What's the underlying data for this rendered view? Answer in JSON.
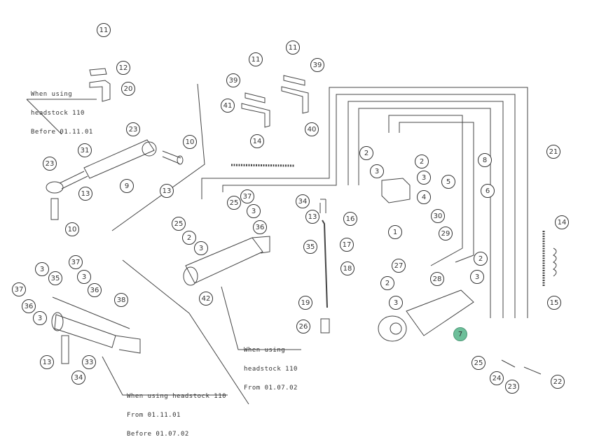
{
  "diagram": {
    "type": "exploded-parts-diagram",
    "subject": "Hydraulic cylinder and hose assembly",
    "highlight_color": "#8ed0b0",
    "highlighted_item": "7",
    "notes": [
      {
        "id": "note-before-011101",
        "lines": [
          "When using",
          "headstock 110",
          "Before 01.11.01"
        ]
      },
      {
        "id": "note-from-010702",
        "lines": [
          "When using",
          "headstock 110",
          "From 01.07.02"
        ]
      },
      {
        "id": "note-from-011101-before-010702",
        "lines": [
          "When using headstock 110",
          "From 01.11.01",
          "Before 01.07.02"
        ]
      }
    ],
    "callouts": [
      {
        "label": "11"
      },
      {
        "label": "12"
      },
      {
        "label": "20"
      },
      {
        "label": "23"
      },
      {
        "label": "31"
      },
      {
        "label": "23"
      },
      {
        "label": "9"
      },
      {
        "label": "10"
      },
      {
        "label": "13"
      },
      {
        "label": "13"
      },
      {
        "label": "10"
      },
      {
        "label": "11"
      },
      {
        "label": "39"
      },
      {
        "label": "41"
      },
      {
        "label": "11"
      },
      {
        "label": "39"
      },
      {
        "label": "40"
      },
      {
        "label": "14"
      },
      {
        "label": "25"
      },
      {
        "label": "37"
      },
      {
        "label": "3"
      },
      {
        "label": "25"
      },
      {
        "label": "36"
      },
      {
        "label": "2"
      },
      {
        "label": "3"
      },
      {
        "label": "42"
      },
      {
        "label": "34"
      },
      {
        "label": "13"
      },
      {
        "label": "35"
      },
      {
        "label": "16"
      },
      {
        "label": "17"
      },
      {
        "label": "18"
      },
      {
        "label": "19"
      },
      {
        "label": "26"
      },
      {
        "label": "2"
      },
      {
        "label": "3"
      },
      {
        "label": "2"
      },
      {
        "label": "3"
      },
      {
        "label": "4"
      },
      {
        "label": "1"
      },
      {
        "label": "30"
      },
      {
        "label": "29"
      },
      {
        "label": "5"
      },
      {
        "label": "6"
      },
      {
        "label": "8"
      },
      {
        "label": "21"
      },
      {
        "label": "14"
      },
      {
        "label": "15"
      },
      {
        "label": "27"
      },
      {
        "label": "2"
      },
      {
        "label": "28"
      },
      {
        "label": "2"
      },
      {
        "label": "3"
      },
      {
        "label": "3"
      },
      {
        "label": "7"
      },
      {
        "label": "25"
      },
      {
        "label": "24"
      },
      {
        "label": "23"
      },
      {
        "label": "22"
      },
      {
        "label": "37"
      },
      {
        "label": "3"
      },
      {
        "label": "35"
      },
      {
        "label": "37"
      },
      {
        "label": "3"
      },
      {
        "label": "36"
      },
      {
        "label": "36"
      },
      {
        "label": "3"
      },
      {
        "label": "38"
      },
      {
        "label": "13"
      },
      {
        "label": "33"
      },
      {
        "label": "34"
      }
    ]
  }
}
